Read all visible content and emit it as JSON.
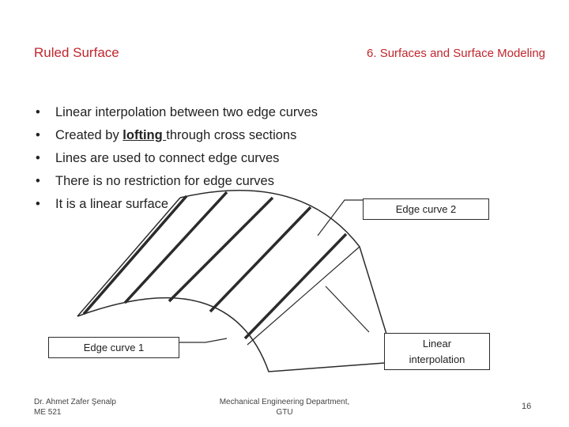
{
  "header": {
    "title": "Ruled Surface",
    "section": "6. Surfaces and Surface Modeling"
  },
  "bullets": [
    {
      "marker": "•",
      "text": "Linear interpolation between two edge curves"
    },
    {
      "marker": "•",
      "before": "Created by ",
      "emphasis": "lofting ",
      "after": "through cross sections"
    },
    {
      "marker": "•",
      "text": "Lines are used to connect edge curves"
    },
    {
      "marker": "•",
      "text": "There is no restriction for edge curves"
    },
    {
      "marker": "•",
      "text": "It is a linear surface"
    }
  ],
  "diagram": {
    "edge_curve_2_label": "Edge curve 2",
    "edge_curve_1_label": "Edge curve 1",
    "interpolation_label_line1": "Linear",
    "interpolation_label_line2": "interpolation",
    "colors": {
      "ruling_lines": "#2b2b2b",
      "edge_curves": "#2b2b2b"
    }
  },
  "footer": {
    "author_line1": "Dr. Ahmet Zafer Şenalp",
    "author_line2": "ME 521",
    "department_line1": "Mechanical Engineering Department,",
    "department_line2": "GTU",
    "page_number": "16"
  }
}
